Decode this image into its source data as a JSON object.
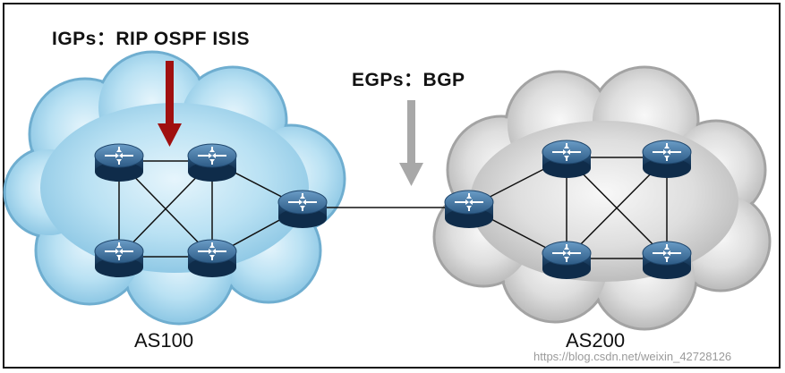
{
  "labels": {
    "igp": "IGPs：RIP  OSPF   ISIS",
    "egp": "EGPs：BGP",
    "as100": "AS100",
    "as200": "AS200"
  },
  "watermark": "https://blog.csdn.net/weixin_42728126",
  "colors": {
    "as100_cloud": "#a9d8ee",
    "as200_cloud": "#d6d6d6",
    "router": "#2f5f8a",
    "igp_arrow": "#a01010",
    "egp_arrow": "#a8a8a8",
    "link": "#111111"
  },
  "icons": {
    "router": "router-icon",
    "igp_arrow": "down-arrow-icon",
    "egp_arrow": "down-arrow-icon"
  }
}
